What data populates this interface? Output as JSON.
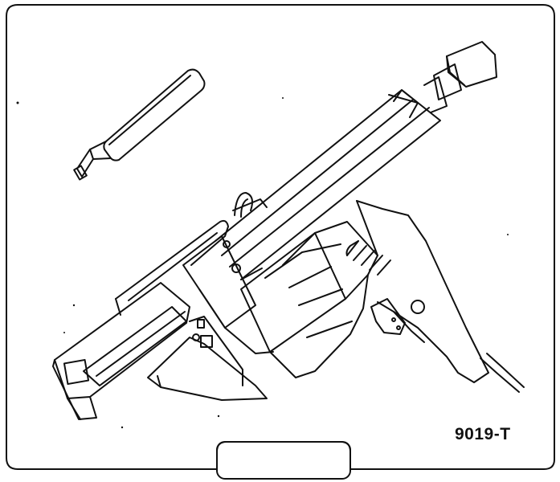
{
  "figure": {
    "model_code": "9019-T",
    "ink_color": "#111111",
    "paper_color": "#ffffff"
  },
  "parts": {
    "tool": "tool-drawing",
    "accessory": "insert-bit-drawing"
  }
}
